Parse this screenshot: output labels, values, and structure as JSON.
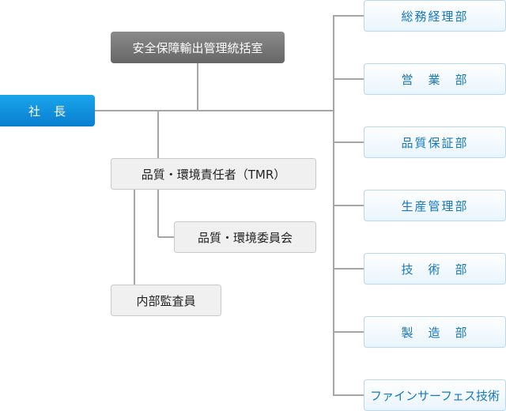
{
  "org": {
    "president": "社　長",
    "security_office": "安全保障輸出管理統括室",
    "qe_manager": "品質・環境責任者（TMR）",
    "qe_committee": "品質・環境委員会",
    "internal_auditor": "内部監査員",
    "departments": [
      "総務経理部",
      "営　業　部",
      "品質保証部",
      "生産管理部",
      "技　術　部",
      "製　造　部",
      "ファインサーフェス技術"
    ]
  },
  "colors": {
    "president_bg": "#0a8ddb",
    "security_bg": "#777777",
    "dept_text": "#1478c2",
    "connector": "#a6a6a6"
  }
}
